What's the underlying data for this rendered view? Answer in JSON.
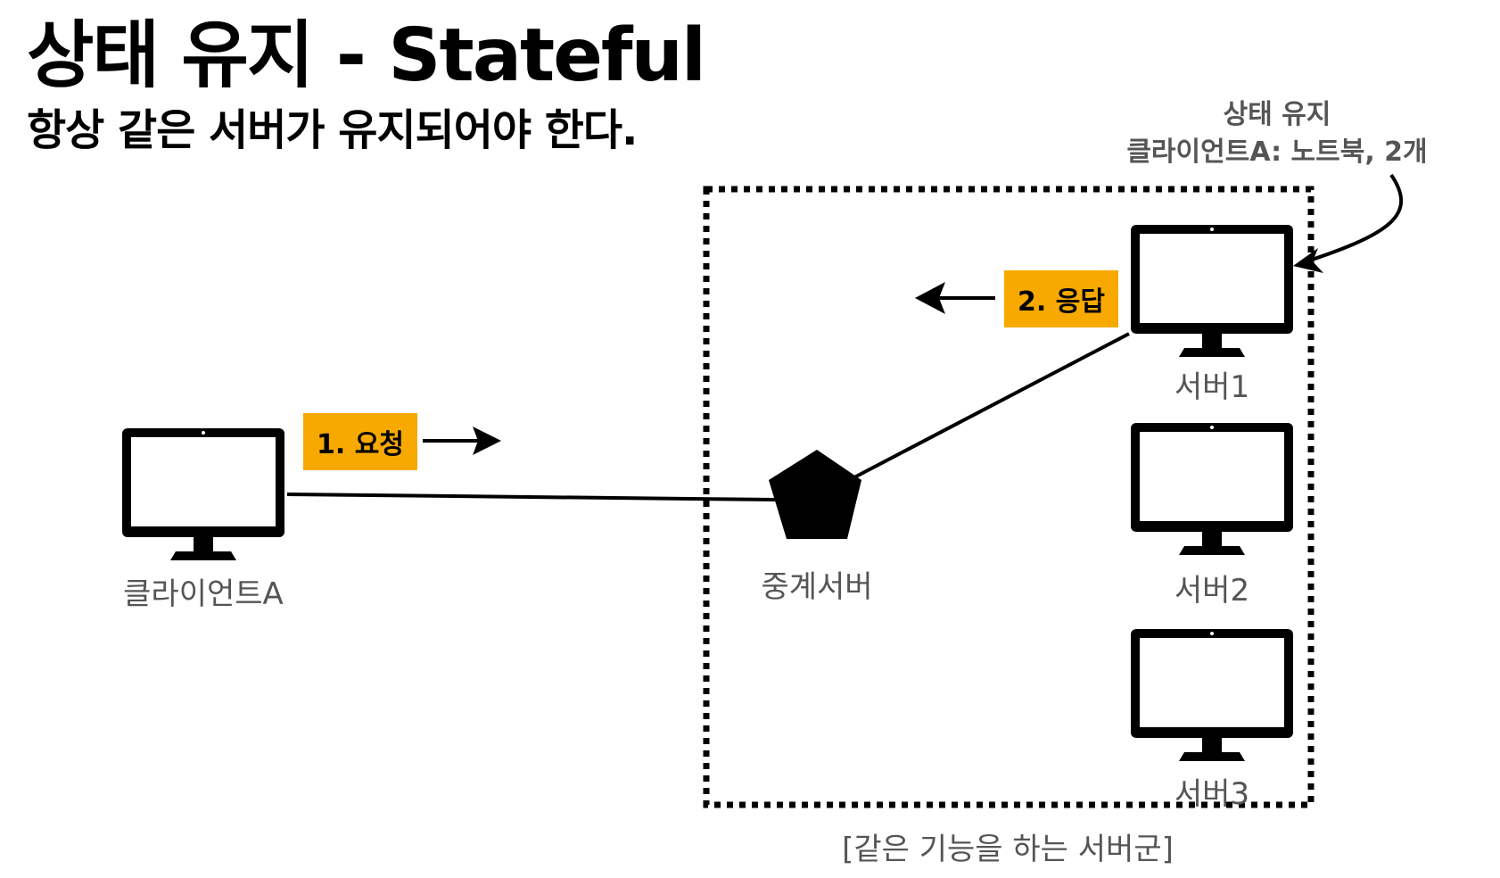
{
  "title": "상태 유지 - Stateful",
  "subtitle": "항상 같은 서버가 유지되어야 한다.",
  "note": {
    "line1": "상태 유지",
    "line2": "클라이언트A: 노트북, 2개"
  },
  "nodes": {
    "client": "클라이언트A",
    "proxy": "중계서버",
    "server1": "서버1",
    "server2": "서버2",
    "server3": "서버3"
  },
  "steps": {
    "request": "1. 요청",
    "response": "2. 응답"
  },
  "group_label": "[같은 기능을 하는 서버군]",
  "colors": {
    "tag": "#f7a900",
    "label": "#555555"
  }
}
